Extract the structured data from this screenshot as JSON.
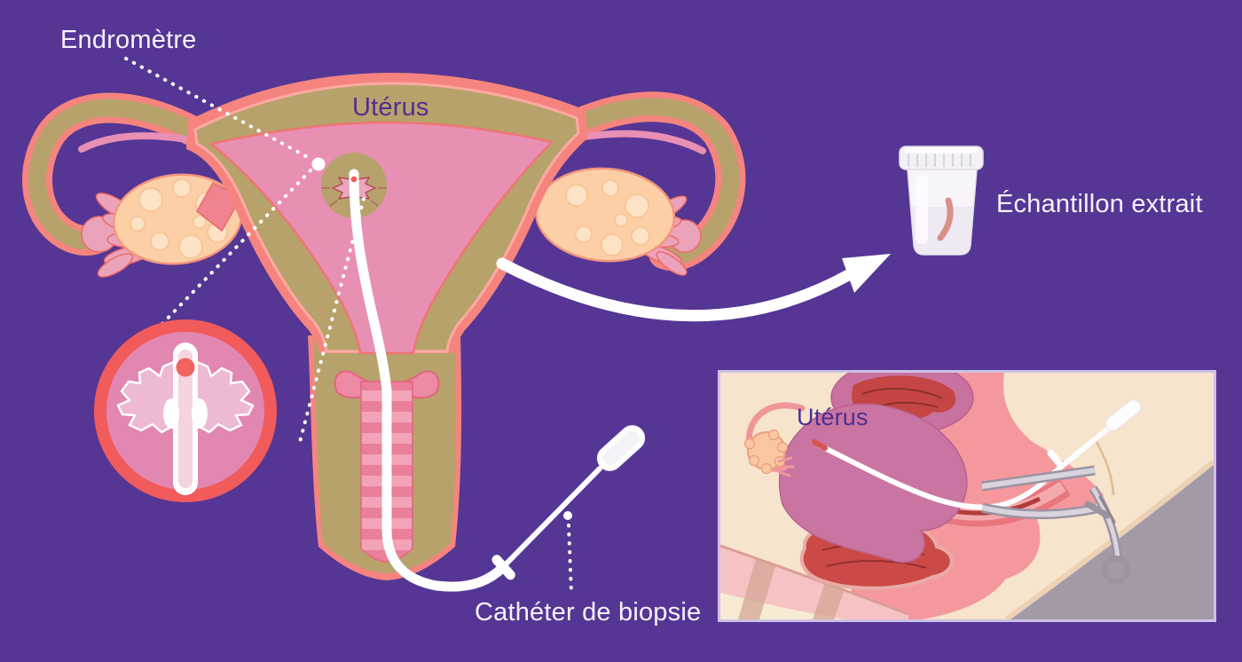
{
  "illustration": {
    "labels": {
      "endometrium": "Endromètre",
      "uterus_main": "Utérus",
      "sample_extracted": "Échantillon extrait",
      "biopsy_catheter": "Cathéter de biopsie",
      "uterus_inset": "Utérus"
    },
    "icons": {
      "transfer_arrow": "curved-arrow-icon",
      "specimen_container": "sample-cup-icon",
      "magnified_tip": "zoom-circle-icon",
      "biopsy_catheter": "catheter-icon",
      "speculum": "speculum-icon"
    },
    "colors": {
      "background": "#553694",
      "label_text": "#f7f2fa",
      "uterus_label_text": "#532d90",
      "inset_uterus_label_text": "#4b2e91",
      "serosa_salmon": "#f5847f",
      "myometrium_tan": "#b7a26c",
      "endometrium_pink": "#e88fb4",
      "cavity_rim": "#ef7673",
      "ovary_peach": "#fccfa6",
      "follicle": "#fde3c6",
      "fimbriae_pink": "#eba3bb",
      "zoom_ring_red": "#f15b5b",
      "zoom_fill_pink": "#e287b2",
      "catheter_white": "#ffffff",
      "biopsy_dot_red": "#f0635f",
      "cup_body": "#f7f4fa",
      "tissue_sample": "#d89089",
      "inset_background": "#f6e4cc",
      "inset_border": "#cfc0e8",
      "inset_uterus_mauve": "#ca75a1",
      "inset_tissue_pink": "#f5989d",
      "inset_bowel_red": "#c44543",
      "inset_gray": "#a39aa6"
    }
  }
}
